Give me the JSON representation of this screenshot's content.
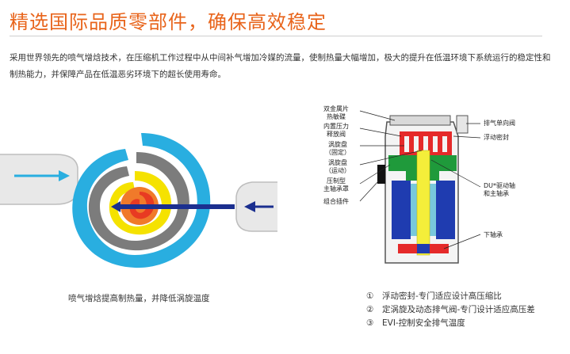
{
  "heading": "精选国际品质零部件，确保高效稳定",
  "paragraph": "采用世界领先的喷气增焓技术，在压缩机工作过程中从中间补气增加冷媒的流量，使制热量大幅增加，极大的提升在低温环境下系统运行的稳定性和制热能力，并保障产品在低温恶劣环境下的超长使用寿命。",
  "left_caption": "喷气增焓提高制热量，并降低涡旋温度",
  "labels_left": {
    "bimetal_1": "双金属片",
    "bimetal_2": "热敏碟",
    "relief_1": "内置压力",
    "relief_2": "释放阀",
    "fixed_1": "涡旋盘",
    "fixed_2": "（固定）",
    "moving_1": "涡旋盘",
    "moving_2": "（运动）",
    "bearing_1": "压制型",
    "bearing_2": "主轴承罩",
    "terminal": "组合插件"
  },
  "labels_right": {
    "check_valve": "排气单向阀",
    "float_seal": "浮动密封",
    "du_1": "DU*驱动轴",
    "du_2": "和主轴承",
    "lower_bearing": "下轴承"
  },
  "features": [
    {
      "num": "①",
      "text": "浮动密封-专门适应设计高压缩比"
    },
    {
      "num": "②",
      "text": "定涡旋及动态排气阀-专门设计适应高压差"
    },
    {
      "num": "③",
      "text": "EVI-控制安全排气温度"
    }
  ],
  "colors": {
    "heading": "#e8641b",
    "scroll_outer": "#29aee0",
    "scroll_gray": "#7c7c7c",
    "scroll_yellow": "#f5e200",
    "scroll_orange": "#f07a2a",
    "scroll_red": "#e83a22",
    "arrow_in": "#29aee0",
    "arrow_inject": "#1b2f8f",
    "comp_blue": "#1f3cb0",
    "comp_green": "#1f9a3b",
    "comp_red": "#e52a2a",
    "comp_yellow": "#f4ee3a",
    "comp_cyan": "#78c8dc"
  }
}
